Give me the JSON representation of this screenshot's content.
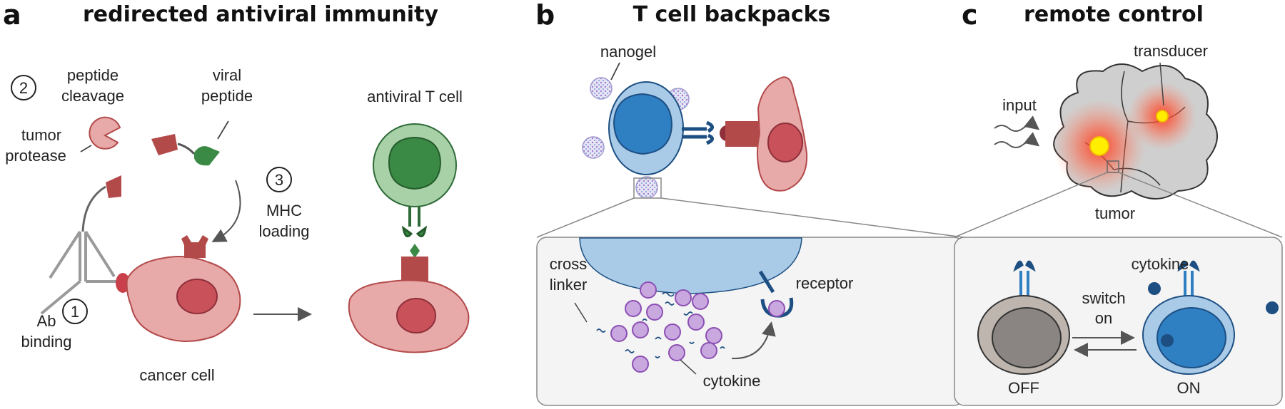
{
  "panels": {
    "a": {
      "letter": "a",
      "title": "redirected antiviral immunity",
      "labels": {
        "peptide_cleavage_1": "peptide",
        "peptide_cleavage_2": "cleavage",
        "tumor_protease_1": "tumor",
        "tumor_protease_2": "protease",
        "viral_peptide_1": "viral",
        "viral_peptide_2": "peptide",
        "mhc_loading_1": "MHC",
        "mhc_loading_2": "loading",
        "ab_binding_1": "Ab",
        "ab_binding_2": "binding",
        "antiviral_t_cell": "antiviral T cell",
        "cancer_cell": "cancer cell"
      },
      "steps": [
        "1",
        "2",
        "3"
      ]
    },
    "b": {
      "letter": "b",
      "title": "T cell backpacks",
      "labels": {
        "nanogel": "nanogel",
        "cross_linker_1": "cross",
        "cross_linker_2": "linker",
        "receptor": "receptor",
        "cytokine": "cytokine"
      }
    },
    "c": {
      "letter": "c",
      "title": "remote control",
      "labels": {
        "transducer": "transducer",
        "input": "input",
        "tumor": "tumor",
        "cytokine": "cytokine",
        "switch_on_1": "switch",
        "switch_on_2": "on",
        "off": "OFF",
        "on": "ON"
      }
    }
  },
  "colors": {
    "cancer_fill": "#e8a9a9",
    "cancer_nucleus": "#c9525a",
    "red_dark": "#b34a4a",
    "green_fill": "#a9d1a8",
    "green_dark": "#3a8a45",
    "blue_fill": "#a9cbe8",
    "blue_dark": "#2f7fc3",
    "receptor_blue": "#1d4f82",
    "purple": "#c9a8e0",
    "gray_cell": "#bdb5ae",
    "gray_nucleus": "#8a8582",
    "tumor_gray": "#cfcfcf",
    "glow": "#ff3b1f",
    "yellow": "#ffee00"
  }
}
